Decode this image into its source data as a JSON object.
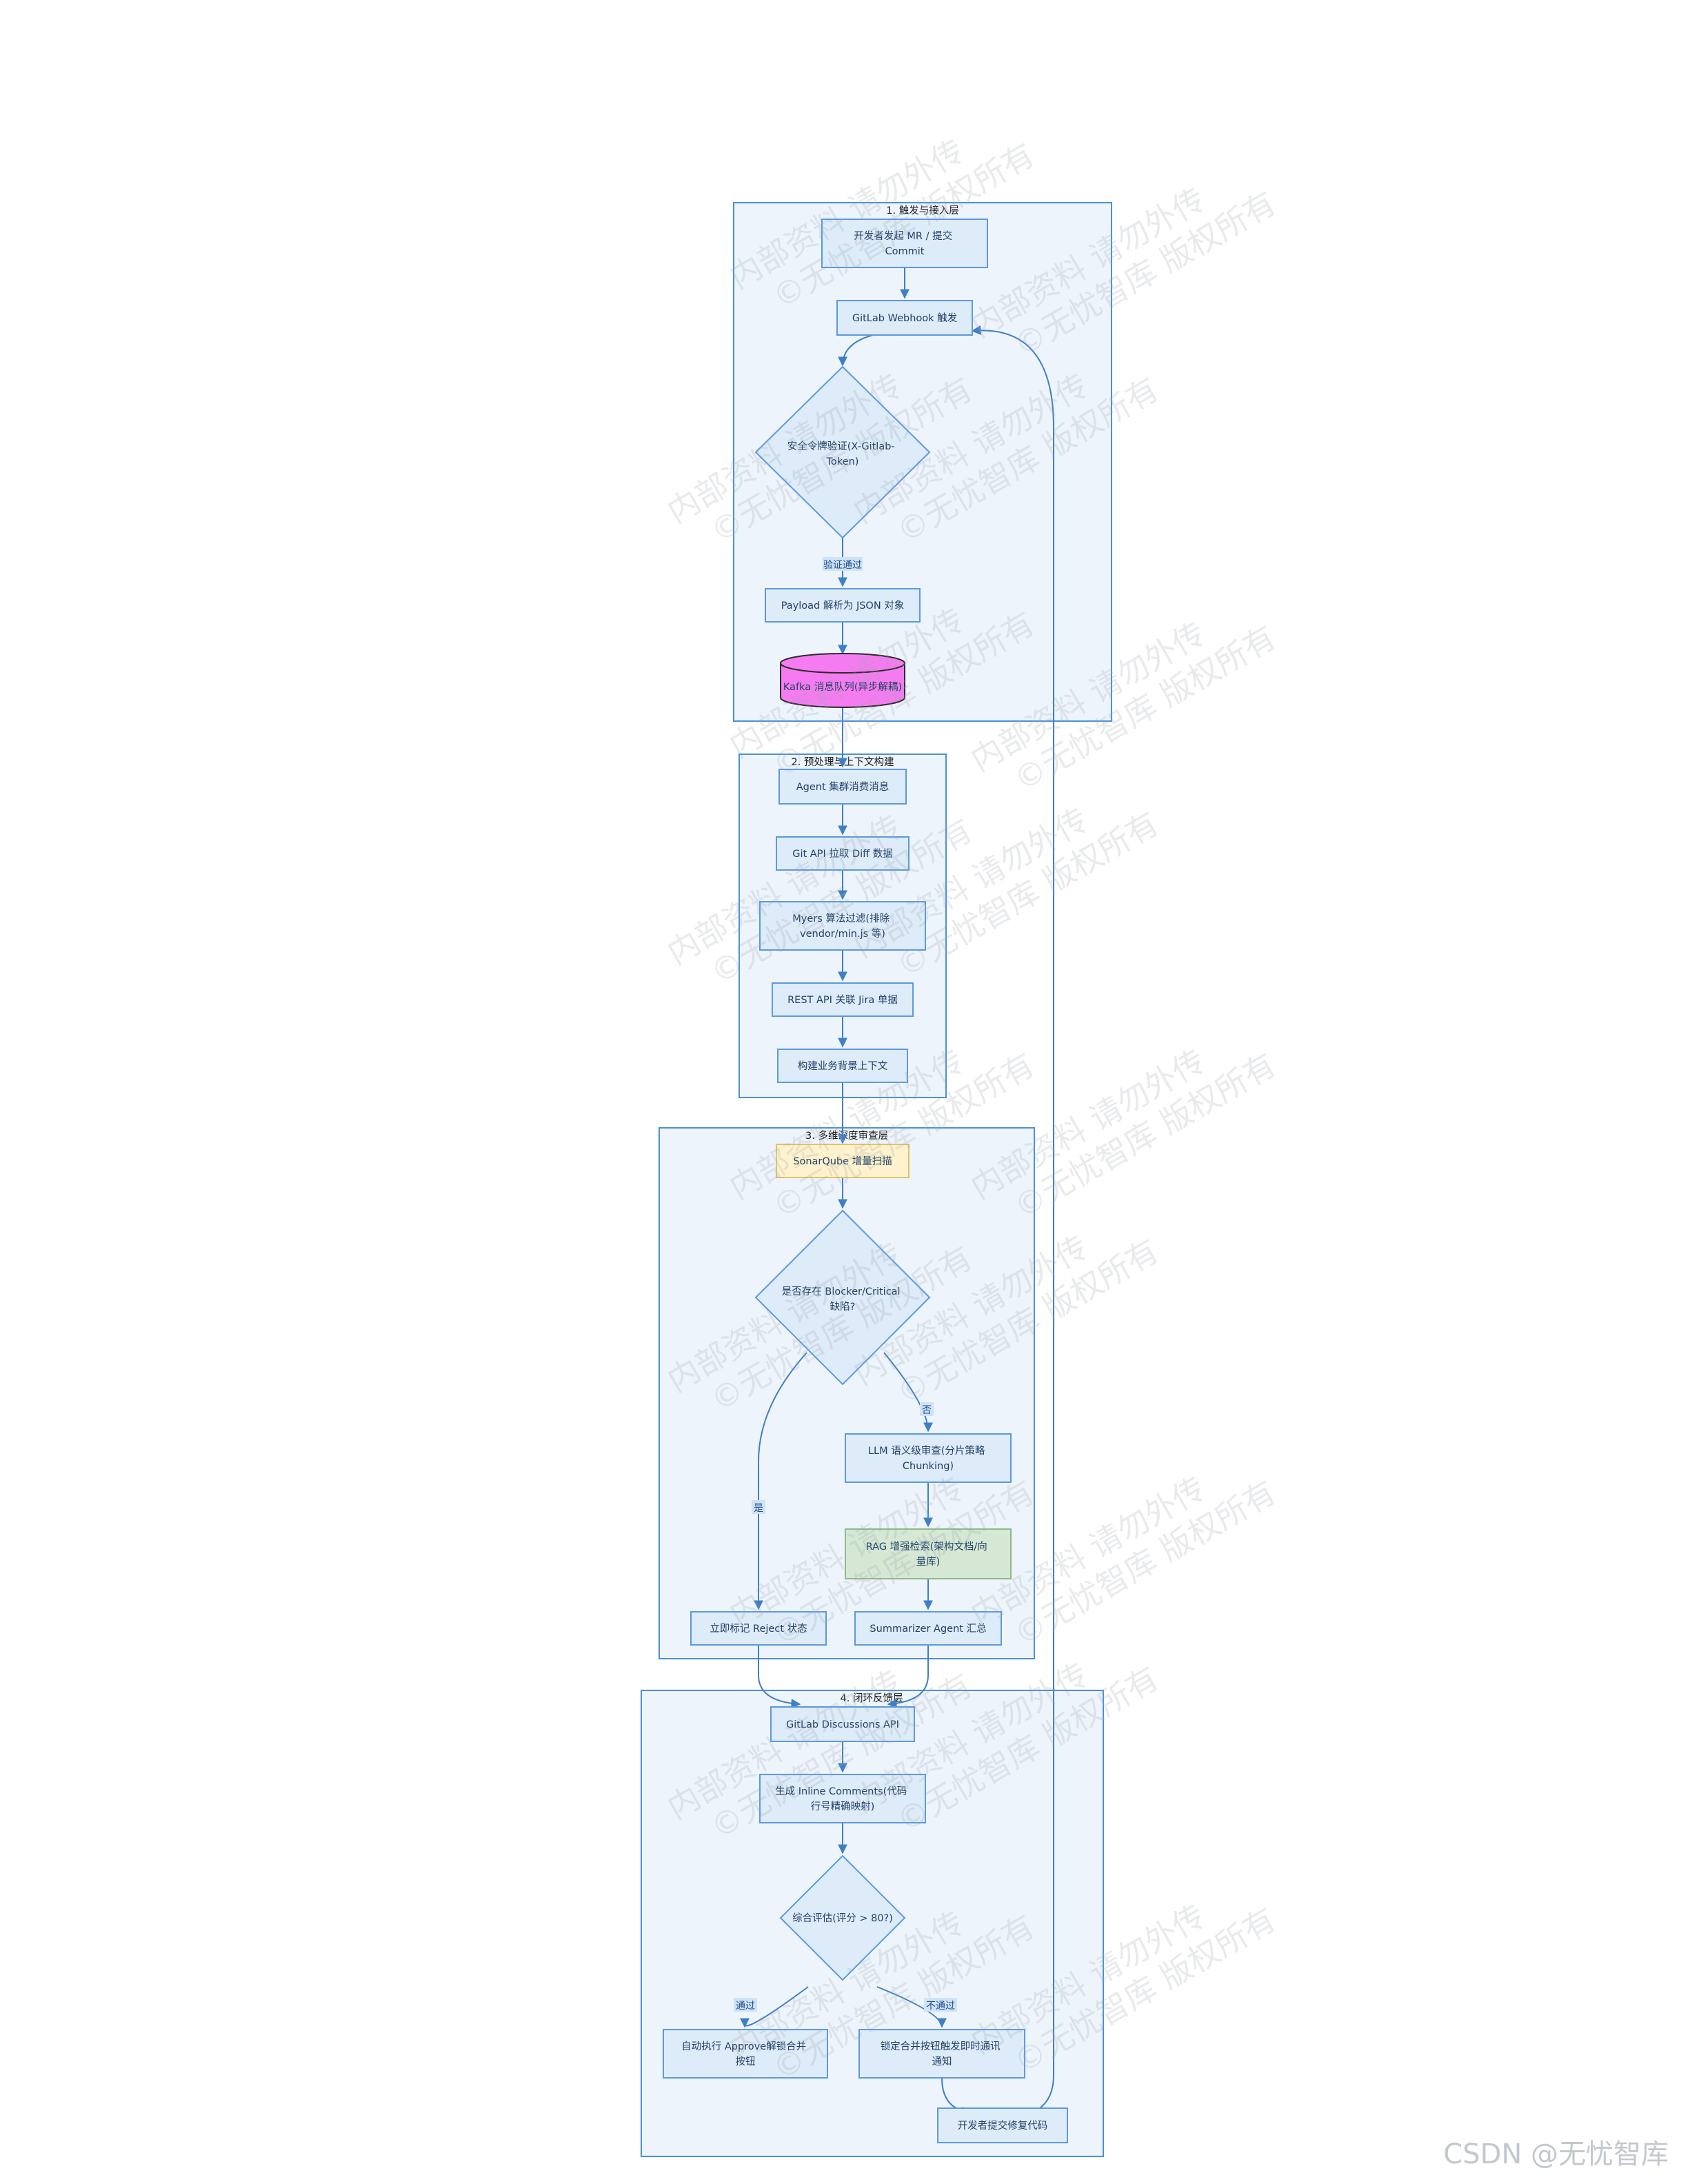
{
  "subgraphs": {
    "ingest": "1. 触发与接入层",
    "preprocess": "2. 预处理与上下文构建",
    "review": "3. 多维深度审查层",
    "feedback": "4. 闭环反馈层"
  },
  "nodes": {
    "dev_commit": [
      "开发者发起 MR / 提交",
      "Commit"
    ],
    "webhook": [
      "GitLab Webhook 触发"
    ],
    "token_check": [
      "安全令牌验证(X-Gitlab-",
      "Token)"
    ],
    "payload": [
      "Payload 解析为 JSON 对象"
    ],
    "kafka": [
      "Kafka 消息队列(异步解耦)"
    ],
    "agent": [
      "Agent 集群消费消息"
    ],
    "git_api": [
      "Git API 拉取 Diff 数据"
    ],
    "myers": [
      "Myers 算法过滤(排除",
      "vendor/min.js 等)"
    ],
    "jira": [
      "REST API 关联 Jira 单据"
    ],
    "context": [
      "构建业务背景上下文"
    ],
    "sonar": [
      "SonarQube 增量扫描"
    ],
    "blocker": [
      "是否存在 Blocker/Critical",
      "缺陷?"
    ],
    "llm": [
      "LLM 语义级审查(分片策略",
      "Chunking)"
    ],
    "rag": [
      "RAG 增强检索(架构文档/向",
      "量库)"
    ],
    "reject": [
      "立即标记 Reject 状态"
    ],
    "summarizer": [
      "Summarizer Agent 汇总"
    ],
    "discussions": [
      "GitLab Discussions API"
    ],
    "inline": [
      "生成 Inline Comments(代码",
      "行号精确映射)"
    ],
    "score": [
      "综合评估(评分 > 80?)"
    ],
    "approve": [
      "自动执行 Approve解锁合并",
      "按钮"
    ],
    "lock": [
      "锁定合并按钮触发即时通讯",
      "通知"
    ],
    "fix": [
      "开发者提交修复代码"
    ]
  },
  "edge_labels": {
    "verified": "验证通过",
    "no": "否",
    "yes": "是",
    "pass": "通过",
    "fail": "不通过"
  },
  "watermark": [
    "内部资料 请勿外传",
    "©无忧智库 版权所有"
  ],
  "credit": "CSDN @无忧智库",
  "colors": {
    "subgraph_fill": "#eef4fb",
    "node_fill": "#deebf8",
    "border": "#5a9ae0",
    "kafka_fill": "#f57cf0",
    "sonar_fill": "#fff2cc",
    "rag_fill": "#d5e8d4",
    "edge": "#3f7fc6"
  }
}
